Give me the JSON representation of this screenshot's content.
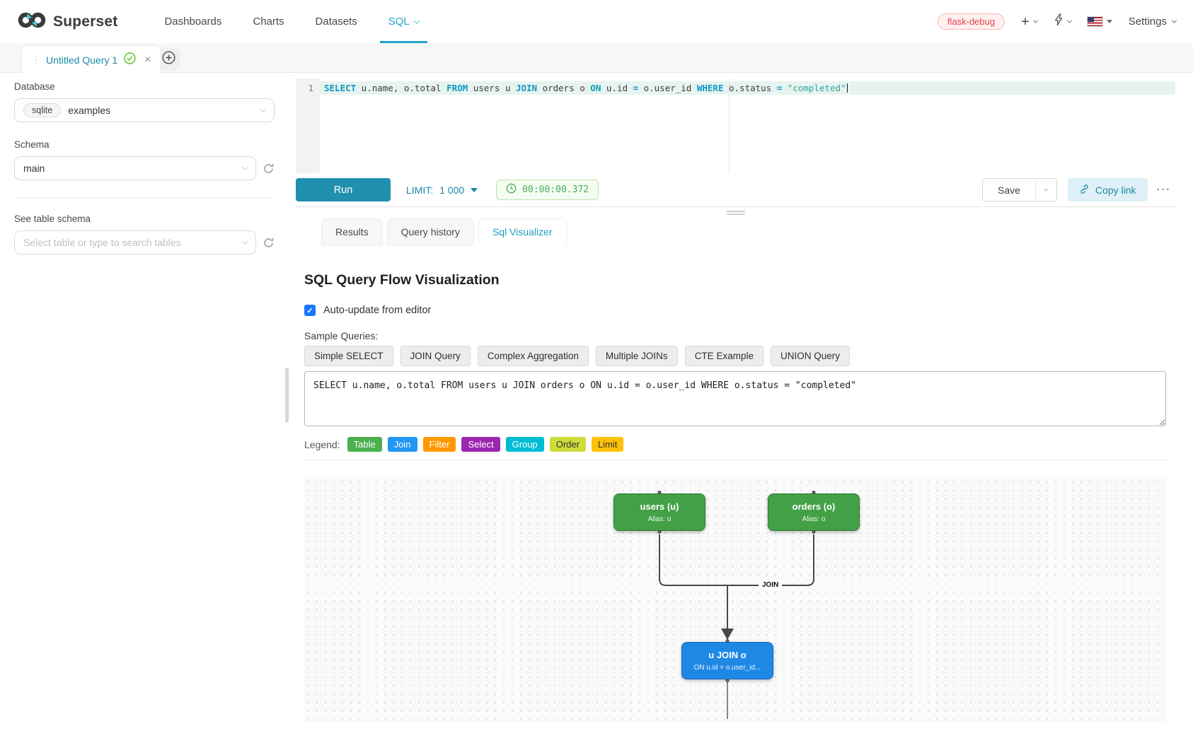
{
  "header": {
    "brand": "Superset",
    "nav_items": [
      "Dashboards",
      "Charts",
      "Datasets",
      "SQL"
    ],
    "env_badge": "flask-debug",
    "settings_label": "Settings"
  },
  "query_tab": {
    "title": "Untitled Query 1"
  },
  "sidebar": {
    "database_label": "Database",
    "database_engine": "sqlite",
    "database_name": "examples",
    "schema_label": "Schema",
    "schema_value": "main",
    "table_label": "See table schema",
    "table_placeholder": "Select table or type to search tables"
  },
  "editor": {
    "line_number": "1",
    "tokens": [
      {
        "c": "kw",
        "t": "SELECT"
      },
      {
        "c": "pl",
        "t": " u.name, o.total "
      },
      {
        "c": "kw",
        "t": "FROM"
      },
      {
        "c": "pl",
        "t": " users u "
      },
      {
        "c": "kw",
        "t": "JOIN"
      },
      {
        "c": "pl",
        "t": " orders o "
      },
      {
        "c": "kw",
        "t": "ON"
      },
      {
        "c": "pl",
        "t": " u.id "
      },
      {
        "c": "op",
        "t": "="
      },
      {
        "c": "pl",
        "t": " o.user_id "
      },
      {
        "c": "kw",
        "t": "WHERE"
      },
      {
        "c": "pl",
        "t": " o.status "
      },
      {
        "c": "op",
        "t": "="
      },
      {
        "c": "pl",
        "t": " "
      },
      {
        "c": "str",
        "t": "\"completed\""
      }
    ]
  },
  "toolbar": {
    "run_label": "Run",
    "limit_label": "LIMIT:",
    "limit_value": "1 000",
    "timer": "00:00:00.372",
    "save_label": "Save",
    "copy_link_label": "Copy link",
    "more_label": "···"
  },
  "result_tabs": {
    "results": "Results",
    "history": "Query history",
    "visualizer": "Sql Visualizer"
  },
  "visualizer": {
    "title": "SQL Query Flow Visualization",
    "auto_update_label": "Auto-update from editor",
    "sample_queries_label": "Sample Queries:",
    "sample_buttons": [
      "Simple SELECT",
      "JOIN Query",
      "Complex Aggregation",
      "Multiple JOINs",
      "CTE Example",
      "UNION Query"
    ],
    "query_text": "SELECT u.name, o.total FROM users u JOIN orders o ON u.id = o.user_id WHERE o.status = \"completed\"",
    "legend_label": "Legend:",
    "legend": [
      {
        "label": "Table",
        "bg": "#4caf50",
        "fg": "#ffffff"
      },
      {
        "label": "Join",
        "bg": "#2196f3",
        "fg": "#ffffff"
      },
      {
        "label": "Filter",
        "bg": "#ff9800",
        "fg": "#ffffff"
      },
      {
        "label": "Select",
        "bg": "#9c27b0",
        "fg": "#ffffff"
      },
      {
        "label": "Group",
        "bg": "#00bcd4",
        "fg": "#ffffff"
      },
      {
        "label": "Order",
        "bg": "#cddc39",
        "fg": "#333333"
      },
      {
        "label": "Limit",
        "bg": "#ffc107",
        "fg": "#333333"
      }
    ]
  },
  "diagram": {
    "nodes": [
      {
        "title": "users (u)",
        "subtitle": "Alias: u",
        "bg": "#43a047",
        "border": "#2e7d32"
      },
      {
        "title": "orders (o)",
        "subtitle": "Alias: o",
        "bg": "#43a047",
        "border": "#2e7d32"
      },
      {
        "title": "u JOIN o",
        "subtitle": "ON u.id = o.user_id...",
        "bg": "#1e88e5",
        "border": "#1565c0"
      }
    ],
    "edge_label": "JOIN",
    "edge_color": "#484848"
  }
}
